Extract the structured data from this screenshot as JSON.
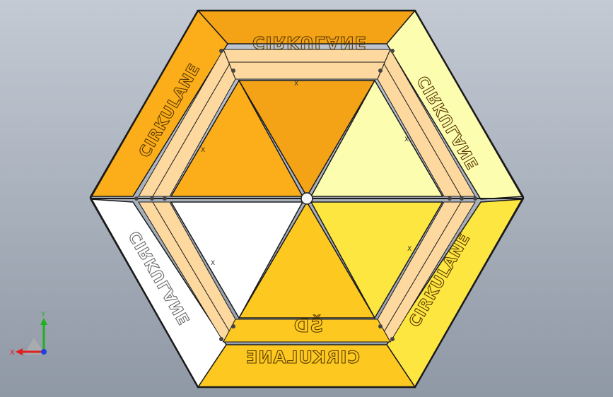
{
  "model": {
    "panel_engravings": {
      "top": "CIRKULANE",
      "top_right": "CIRKULANE",
      "bottom_right": "CIRKULANE",
      "bottom": "CIRKULANE",
      "bottom_left": "CIRKULANE",
      "top_left": "CIRKULANE"
    },
    "center_label": "ŠD",
    "small_marks": {
      "m1": "X",
      "m2": "X",
      "m3": "X",
      "m4": "X",
      "m5": "X"
    }
  },
  "colors": {
    "background_top": "#c3cad4",
    "background_bottom": "#8f98a5",
    "top_segment": "#f5a316",
    "top_right_segment": "#fdfdb0",
    "bottom_right_segment": "#fde640",
    "bottom_segment": "#fdc920",
    "bottom_left_segment": "#ffffff",
    "top_left_segment": "#fcae1a",
    "frame_wood": "#fdd9a0",
    "outline": "#1a1a1a"
  },
  "triad": {
    "x_label": "X",
    "y_label": "Y",
    "x_color": "#e02020",
    "y_color": "#20b020",
    "z_color": "#2040e0"
  }
}
